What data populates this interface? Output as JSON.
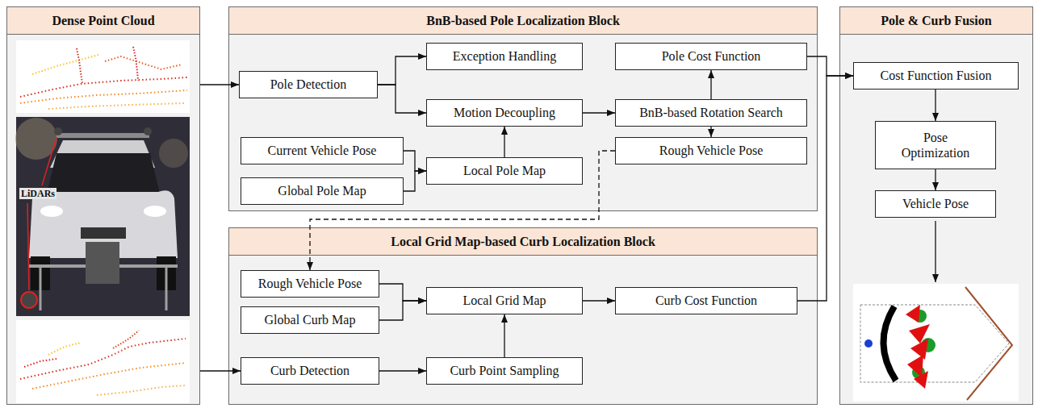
{
  "diagram": {
    "nodes": [
      {
        "text": [
          "Dense Point Cloud"
        ]
      },
      {
        "text": [
          "BnB-based Pole Localization Block"
        ]
      },
      {
        "text": [
          "Pole Detection"
        ],
        "in": 1
      },
      {
        "text": [
          "Exception Handling"
        ],
        "in": 1
      },
      {
        "text": [
          "Motion Decoupling"
        ],
        "in": 1
      },
      {
        "text": [
          "Pole Cost Function"
        ],
        "in": 1
      },
      {
        "text": [
          "BnB-based Rotation Search"
        ],
        "in": 1
      },
      {
        "text": [
          "Current Vehicle Pose"
        ],
        "in": 1
      },
      {
        "text": [
          "Local Pole Map"
        ],
        "in": 1
      },
      {
        "text": [
          "Rough Vehicle Pose"
        ],
        "in": 1
      },
      {
        "text": [
          "Global Pole Map"
        ],
        "in": 1
      },
      {
        "text": [
          "Local Grid Map-based Curb Localization Block"
        ]
      },
      {
        "text": [
          "Rough Vehicle Pose"
        ],
        "in": 11
      },
      {
        "text": [
          "Local Grid Map"
        ],
        "in": 11
      },
      {
        "text": [
          "Curb Cost Function"
        ],
        "in": 11
      },
      {
        "text": [
          "Global Curb Map"
        ],
        "in": 11
      },
      {
        "text": [
          "Curb Detection"
        ],
        "in": 11
      },
      {
        "text": [
          "Curb Point Sampling"
        ],
        "in": 11
      },
      {
        "text": [
          "Pole & Curb Fusion"
        ]
      },
      {
        "text": [
          "Cost Function Fusion"
        ],
        "in": 18
      },
      {
        "text": [
          "Pose Optimization"
        ],
        "in": 18
      },
      {
        "text": [
          "Vehicle Pose"
        ],
        "in": 18
      }
    ],
    "edges": [
      {
        "from": 0,
        "to": 2,
        "arrow": "to"
      },
      {
        "from": 0,
        "to": 16,
        "arrow": "to"
      },
      {
        "from": 2,
        "to": 3,
        "arrow": "to"
      },
      {
        "from": 2,
        "to": 4,
        "arrow": "to"
      },
      {
        "from": 7,
        "to": 8,
        "arrow": "to"
      },
      {
        "from": 10,
        "to": 8,
        "arrow": "to"
      },
      {
        "from": 8,
        "to": 4,
        "arrow": "to"
      },
      {
        "from": 4,
        "to": 6,
        "arrow": "to"
      },
      {
        "from": 6,
        "to": 5,
        "arrow": "to"
      },
      {
        "from": 6,
        "to": 9,
        "arrow": "to"
      },
      {
        "from": 9,
        "to": 12,
        "arrow": "to"
      },
      {
        "from": 12,
        "to": 13,
        "arrow": "to"
      },
      {
        "from": 15,
        "to": 13,
        "arrow": "to"
      },
      {
        "from": 16,
        "to": 17,
        "arrow": "to"
      },
      {
        "from": 17,
        "to": 13,
        "arrow": "to"
      },
      {
        "from": 13,
        "to": 14,
        "arrow": "to"
      },
      {
        "from": 5,
        "to": 19,
        "arrow": "to"
      },
      {
        "from": 14,
        "to": 19,
        "arrow": "to"
      },
      {
        "from": 19,
        "to": 20,
        "arrow": "to"
      },
      {
        "from": 20,
        "to": 21,
        "arrow": "to"
      }
    ],
    "labels": [
      "LiDARs"
    ]
  }
}
